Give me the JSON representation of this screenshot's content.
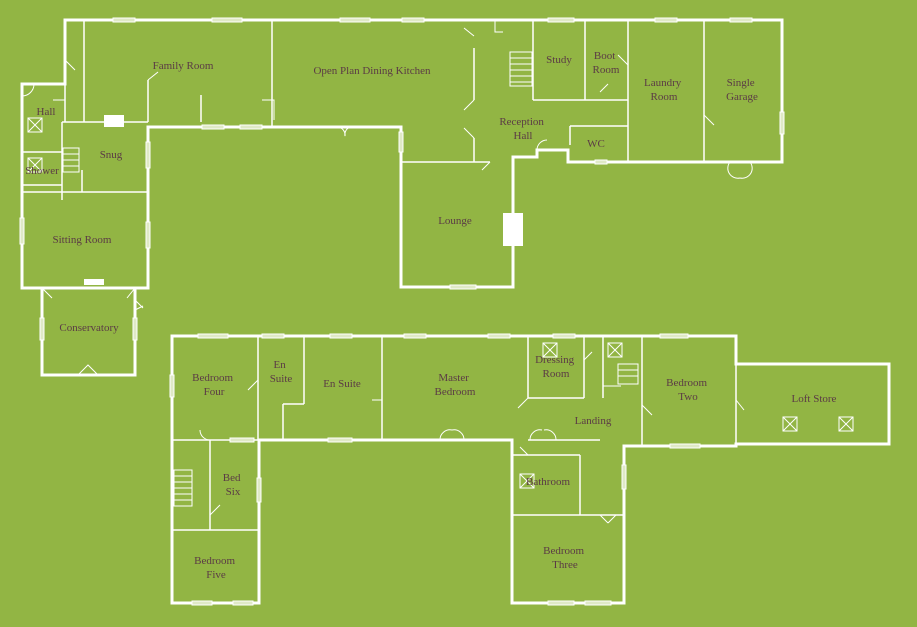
{
  "ground_floor": {
    "rooms": {
      "family_room": "Family Room",
      "open_plan_dining_kitchen": "Open Plan Dining Kitchen",
      "study": "Study",
      "boot_room": [
        "Boot",
        "Room"
      ],
      "laundry_room": [
        "Laundry",
        "Room"
      ],
      "single_garage": [
        "Single",
        "Garage"
      ],
      "hall": "Hall",
      "snug": "Snug",
      "shower": "Shower",
      "reception_hall": [
        "Reception",
        "Hall"
      ],
      "wc": "WC",
      "sitting_room": "Sitting Room",
      "lounge": "Lounge",
      "conservatory": "Conservatory"
    }
  },
  "first_floor": {
    "rooms": {
      "bedroom_four": [
        "Bedroom",
        "Four"
      ],
      "en_suite_small": [
        "En",
        "Suite"
      ],
      "en_suite": "En Suite",
      "master_bedroom": [
        "Master",
        "Bedroom"
      ],
      "dressing_room": [
        "Dressing",
        "Room"
      ],
      "bedroom_two": [
        "Bedroom",
        "Two"
      ],
      "loft_store": "Loft Store",
      "landing": "Landing",
      "bed_six": [
        "Bed",
        "Six"
      ],
      "bathroom": "Bathroom",
      "bedroom_five": [
        "Bedroom",
        "Five"
      ],
      "bedroom_three": [
        "Bedroom",
        "Three"
      ]
    }
  },
  "colors": {
    "background": "#92b544",
    "walls": "#ffffff",
    "labels": "#5b3b45"
  }
}
